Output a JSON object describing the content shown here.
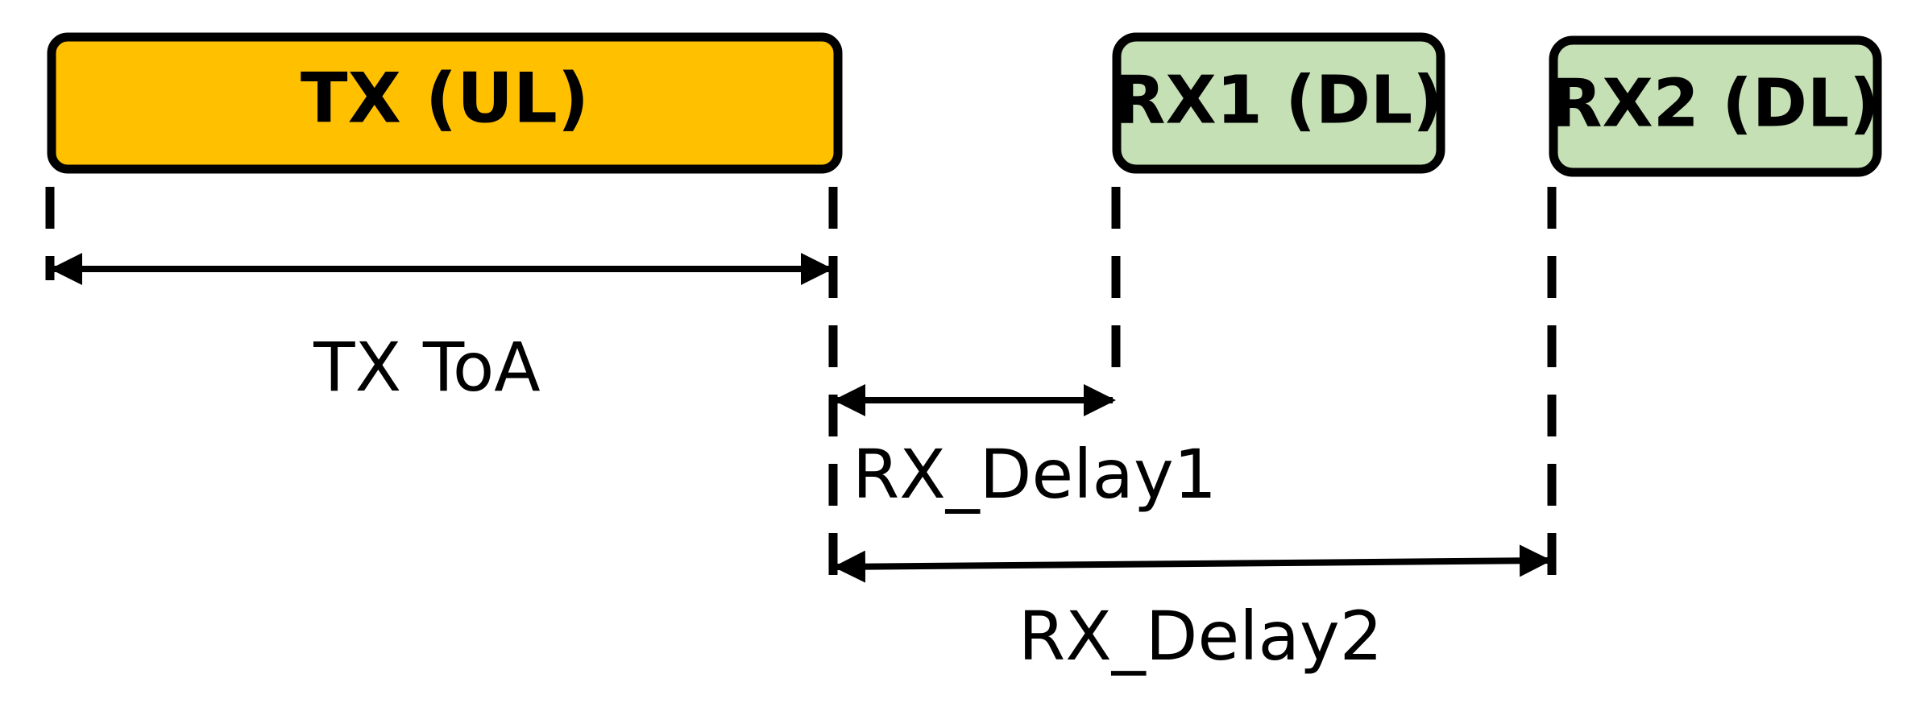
{
  "boxes": {
    "tx": {
      "label": "TX (UL)",
      "fill": "#FFC000"
    },
    "rx1": {
      "label": "RX1 (DL)",
      "fill": "#C5E0B4"
    },
    "rx2": {
      "label": "RX2 (DL)",
      "fill": "#C5E0B4"
    }
  },
  "intervals": {
    "tx_toa": {
      "label": "TX ToA"
    },
    "rx_delay1": {
      "label": "RX_Delay1"
    },
    "rx_delay2": {
      "label": "RX_Delay2"
    }
  },
  "colors": {
    "stroke": "#000000"
  }
}
